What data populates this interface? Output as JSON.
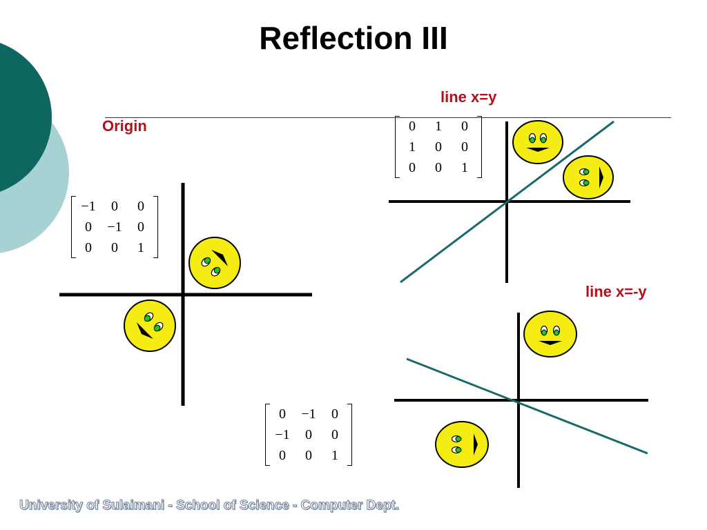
{
  "slide": {
    "title": "Reflection III",
    "labels": {
      "origin": "Origin",
      "line_xy": "line x=y",
      "line_x_neg_y": "line x=-y"
    },
    "footer": "University of Sulaimani - School of Science - Computer Dept."
  },
  "matrices": {
    "origin": [
      [
        "−1",
        "0",
        "0"
      ],
      [
        "0",
        "−1",
        "0"
      ],
      [
        "0",
        "0",
        "1"
      ]
    ],
    "line_xy": [
      [
        "0",
        "1",
        "0"
      ],
      [
        "1",
        "0",
        "0"
      ],
      [
        "0",
        "0",
        "1"
      ]
    ],
    "line_x_neg_y": [
      [
        "0",
        "−1",
        "0"
      ],
      [
        "−1",
        "0",
        "0"
      ],
      [
        "0",
        "0",
        "1"
      ]
    ]
  },
  "colors": {
    "label_red": "#b0121b",
    "teal_dark": "#0e6661",
    "teal_light": "#a6d2d3",
    "face_yellow": "#f5ec14",
    "eye_green": "#21c51d",
    "line_teal": "#17696a"
  }
}
